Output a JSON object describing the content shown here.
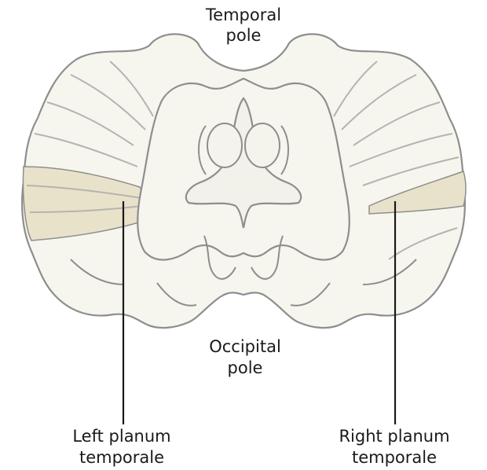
{
  "labels": {
    "top_line1": "Temporal",
    "top_line2": "pole",
    "bottom_line1": "Occipital",
    "bottom_line2": "pole",
    "left_line1": "Left planum",
    "left_line2": "temporale",
    "right_line1": "Right planum",
    "right_line2": "temporale"
  },
  "colors": {
    "tissue": "#f6f6ee",
    "outline": "#8e8e8e",
    "highlight": "#e9e2cb",
    "line": "#1a1a1a"
  }
}
